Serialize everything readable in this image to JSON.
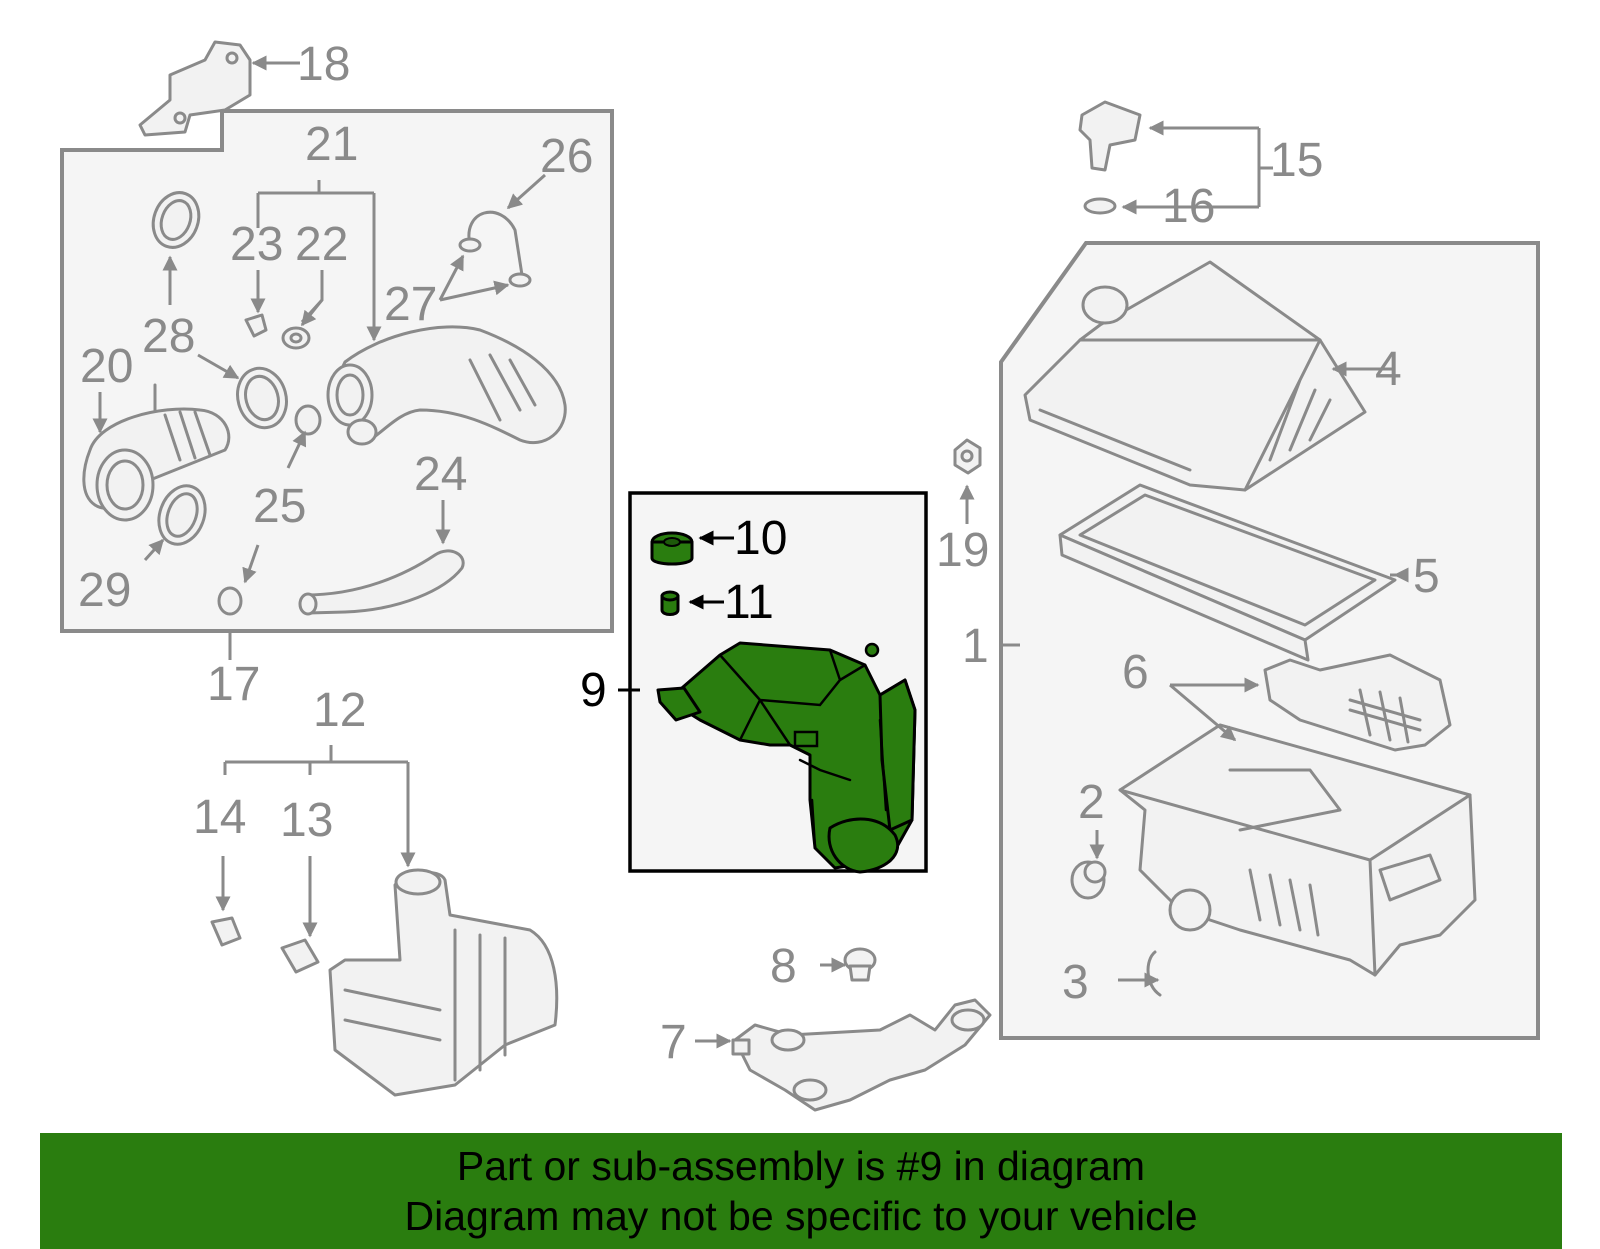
{
  "callouts": {
    "c1": "1",
    "c2": "2",
    "c3": "3",
    "c4": "4",
    "c5": "5",
    "c6": "6",
    "c7": "7",
    "c8": "8",
    "c9": "9",
    "c10": "10",
    "c11": "11",
    "c12": "12",
    "c13": "13",
    "c14": "14",
    "c15": "15",
    "c16": "16",
    "c17": "17",
    "c18": "18",
    "c19": "19",
    "c20": "20",
    "c21": "21",
    "c22": "22",
    "c23": "23",
    "c24": "24",
    "c25": "25",
    "c26": "26",
    "c27": "27",
    "c28": "28",
    "c29": "29"
  },
  "highlighted_part": "9",
  "banner": {
    "line1": "Part or sub-assembly is #9 in diagram",
    "line2": "Diagram may not be specific to your vehicle"
  },
  "colors": {
    "highlight": "#2a7d0f",
    "part_stroke": "#8a8a8a",
    "group_fill": "#f5f5f5"
  }
}
